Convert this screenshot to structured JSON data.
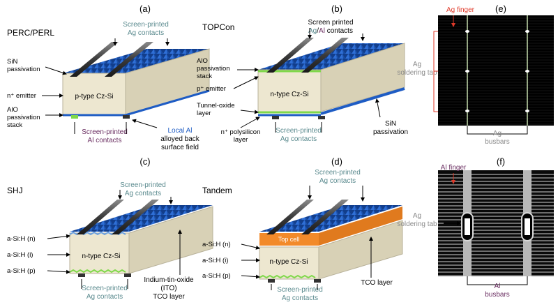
{
  "colors": {
    "teal": "#5a8a8e",
    "purple": "#6b2f62",
    "blue": "#1e5cc4",
    "cell_side": "#ece6cf",
    "texture": "#2a66c8",
    "orange": "#f28a2a",
    "green": "#8ddc3a",
    "arrow_red": "#e03a2a"
  },
  "panels": {
    "a": {
      "letter": "(a)",
      "title": "PERC/PERL",
      "body": "p-type Cz-Si",
      "contacts_top_1": "Screen-printed",
      "contacts_top_2": "Ag contacts",
      "sin_1": "SiN",
      "sin_2": "passivation",
      "emitter": "n⁺ emitter",
      "alox_1": "AlO",
      "alox_2": "passivation",
      "alox_3": "stack",
      "bottom_1": "Screen-printed",
      "bottom_2": "Al contacts",
      "local_1": "Local Al",
      "local_2": "alloyed back",
      "local_3": "surface field"
    },
    "b": {
      "letter": "(b)",
      "title": "TOPCon",
      "body": "n-type Cz-Si",
      "top_1": "Screen printed",
      "top_2a": "Ag",
      "top_2b": "/",
      "top_2c": "Al",
      "top_2d": " contacts",
      "alox_1": "AlO",
      "alox_2": "passivation",
      "alox_3": "stack",
      "emitter": "p⁺ emitter",
      "tunnel_1": "Tunnel-oxide",
      "tunnel_2": "layer",
      "poly_1": "n⁺ polysilicon",
      "poly_2": "layer",
      "bottom_1": "Screen-printed",
      "bottom_2": "Ag contacts",
      "sin_1": "SiN",
      "sin_2": "passivation"
    },
    "c": {
      "letter": "(c)",
      "title": "SHJ",
      "body": "n-type Cz-Si",
      "top_1": "Screen-printed",
      "top_2": "Ag contacts",
      "asi_n": "a-Si:H (n)",
      "asi_i": "a-Si:H (i)",
      "asi_p": "a-Si:H (p)",
      "bottom_1": "Screen-printed",
      "bottom_2": "Ag contacts",
      "ito_1": "Indium-tin-oxide",
      "ito_2": "(ITO)",
      "ito_3": "TCO layer"
    },
    "d": {
      "letter": "(d)",
      "title": "Tandem",
      "body": "n-type Cz-Si",
      "top_cell": "Top cell",
      "top_1": "Screen-printed",
      "top_2": "Ag contacts",
      "asi_n": "a-Si:H (n)",
      "asi_i": "a-Si:H (i)",
      "asi_p": "a-Si:H (p)",
      "bottom_1": "Screen-printed",
      "bottom_2": "Ag contacts",
      "tco": "TCO layer"
    },
    "e": {
      "letter": "(e)",
      "finger": "Ag finger",
      "tab_1": "Ag",
      "tab_2": "soldering tab",
      "bus_1": "Ag",
      "bus_2": "busbars"
    },
    "f": {
      "letter": "(f)",
      "finger": "Al finger",
      "tab_1": "Ag",
      "tab_2": "soldering tab",
      "bus_1": "Al",
      "bus_2": "busbars"
    }
  }
}
